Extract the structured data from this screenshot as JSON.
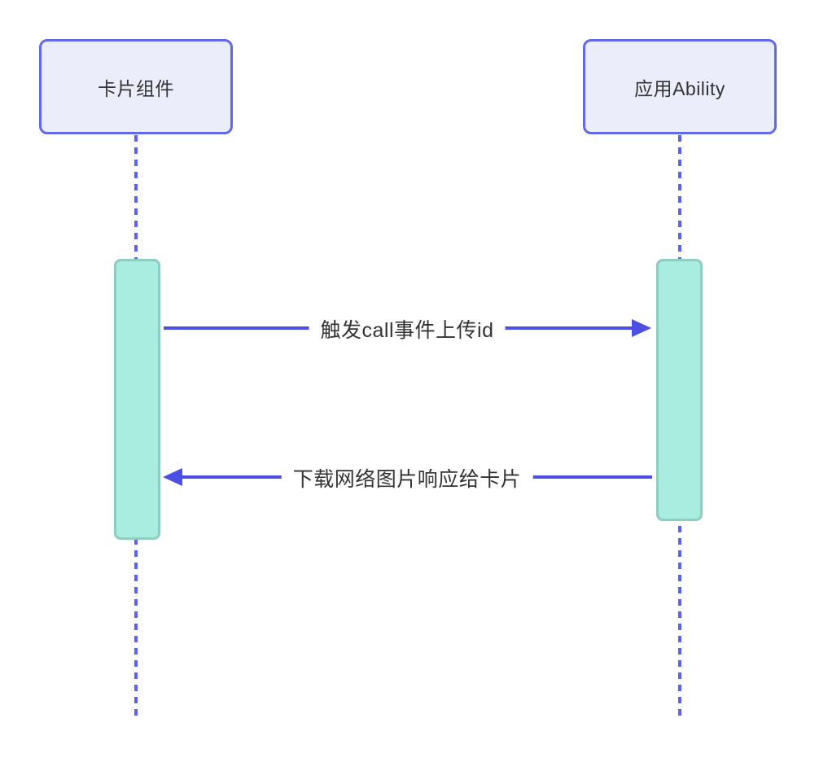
{
  "diagram": {
    "type": "sequence-diagram",
    "actors": [
      {
        "id": "card",
        "label": "卡片组件"
      },
      {
        "id": "ability",
        "label": "应用Ability"
      }
    ],
    "messages": [
      {
        "from": "card",
        "to": "ability",
        "direction": "right",
        "label": "触发call事件上传id"
      },
      {
        "from": "ability",
        "to": "card",
        "direction": "left",
        "label": "下载网络图片响应给卡片"
      }
    ],
    "activations": [
      {
        "actor": "card"
      },
      {
        "actor": "ability"
      }
    ],
    "colors": {
      "actor_border": "#6269e8",
      "actor_fill": "#ecedfb",
      "lifeline": "#5c63e6",
      "arrow": "#4b4fe4",
      "activation_fill": "#a9ede0",
      "activation_border": "#8ecdc0",
      "text": "#333333",
      "background": "#ffffff"
    }
  }
}
